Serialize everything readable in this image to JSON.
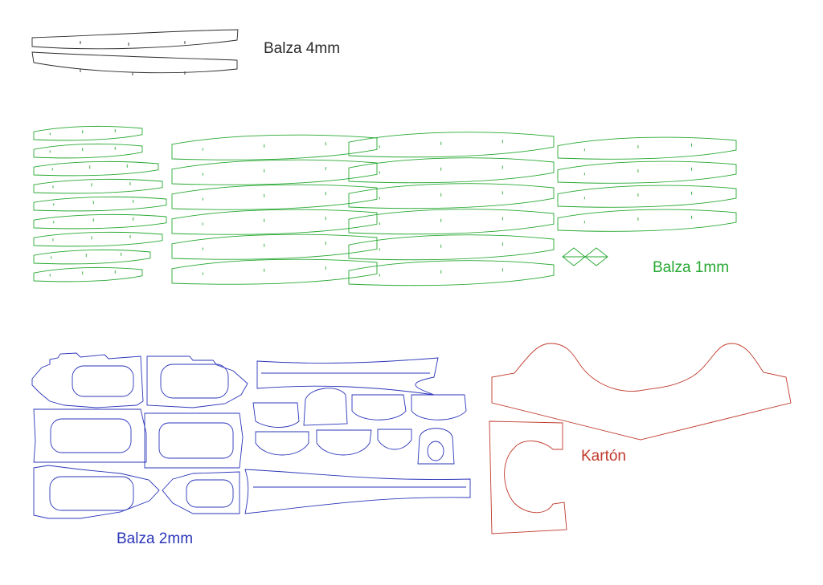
{
  "labels": {
    "balza4": "Balza 4mm",
    "balza1": "Balza 1mm",
    "balza2": "Balza 2mm",
    "karton": "Kartón"
  },
  "colors": {
    "balza4": "#2a2a2a",
    "balza1": "#27a832",
    "balza2": "#2a35b8",
    "karton": "#c0392b"
  }
}
